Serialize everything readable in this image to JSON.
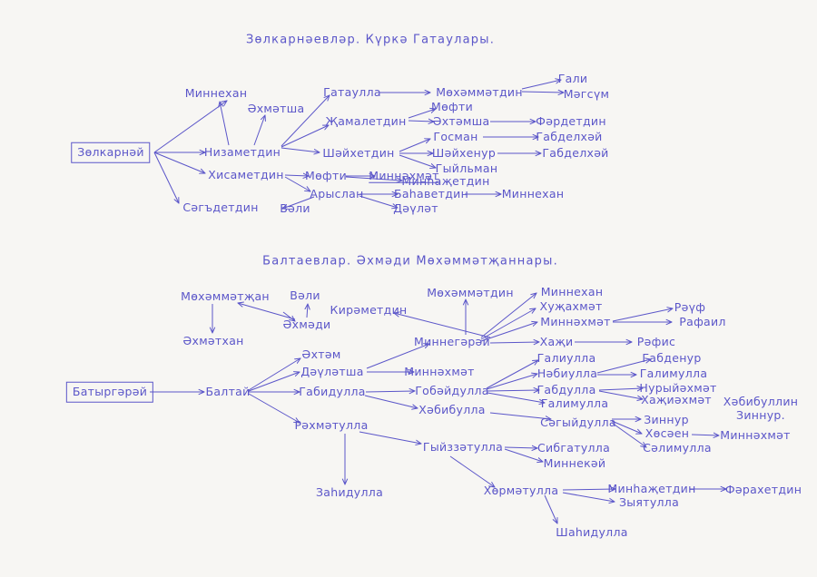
{
  "titles": {
    "t1": "Зөлкарнәевләр. Күркә Гатаулары.",
    "t2": "Балтаевлар. Әхмәди Мөхәммәтҗаннары."
  },
  "nodes": {
    "zulkarnay": "Зөлкарнәй",
    "minnehan1": "Миннехан",
    "ehmetsha": "Әхмәтша",
    "nizametdin": "Низаметдин",
    "gataulla": "Гатаулла",
    "mohemmetdin1": "Мөхәммәтдин",
    "gali": "Гали",
    "megsum": "Мәгсүм",
    "jamaletdin": "Җамалетдин",
    "mefti1": "Мөфти",
    "ehtemsha1": "Әхтәмша",
    "ferdetdin": "Фәрдетдин",
    "shaihetdin": "Шәйхетдин",
    "gosman": "Госман",
    "gabdelhay1": "Габделхәй",
    "shaihenur": "Шәйхенур",
    "gabdelhay2": "Габделхәй",
    "giylman": "Гыйльман",
    "hisametdin": "Хисаметдин",
    "mefti2": "Мөфти",
    "minnehmet1": "Миннәхмәт",
    "minhajetdin1": "Минһаҗетдин",
    "arislan": "Арыслан",
    "bahavetdin": "Баһаветдин",
    "minnehan2": "Миннехан",
    "devlet1": "Дәүләт",
    "veli1": "Вәли",
    "sagdetdin": "Сәгъдетдин",
    "mohemmetjan": "Мөхәммәтҗан",
    "veli2": "Вәли",
    "ehmetxan": "Әхмәтхан",
    "ehmedi": "Әхмәди",
    "kirametdin": "Кирәметдин",
    "mohemmetdin2": "Мөхәммәтдин",
    "minnehan3": "Миннехан",
    "hujahmet": "Хуҗахмәт",
    "minnehmet2": "Миннәхмәт",
    "rauf": "Рәүф",
    "rafail": "Рафаил",
    "minnegerey": "Миннегәрәй",
    "haji": "Хаҗи",
    "refis": "Рәфис",
    "ehtem": "Әхтәм",
    "devletsha": "Дәүләтша",
    "minnehmet3": "Миннәхмәт",
    "baturgerey": "Батыргәрәй",
    "baltay": "Балтай",
    "gabidulla": "Габидулла",
    "gobaydulla": "Гобәйдулла",
    "galiulla": "Галиулла",
    "nebiulla": "Нәбиулла",
    "gabdenur": "Габденур",
    "galimulla1": "Галимулла",
    "gabdulla": "Габдулла",
    "nuriehmet": "Нурыйәхмәт",
    "hajiehmet": "Хаҗиәхмәт",
    "galimulla2": "Галимулла",
    "habibullin": "Хәбибуллин",
    "zinnur_dot": "Зиннур.",
    "habibulla": "Хәбибулла",
    "sagiydulla": "Сәгыйдулла",
    "zinnur": "Зиннур",
    "husain": "Хөсәен",
    "minnehmet4": "Миннәхмәт",
    "salimulla": "Сәлимулла",
    "rehmetulla": "Рәхмәтулла",
    "giyzzetulla": "Гыйззәтулла",
    "sibgatulla": "Сибгатулла",
    "minnekey": "Миннекәй",
    "zahidulla": "Заһидулла",
    "hormetulla": "Хөрмәтулла",
    "minhajetdin2": "Минһаҗетдин",
    "ferahetdin": "Фәрахетдин",
    "ziyatulla": "Зыятулла",
    "shahidulla": "Шаһидулла"
  }
}
